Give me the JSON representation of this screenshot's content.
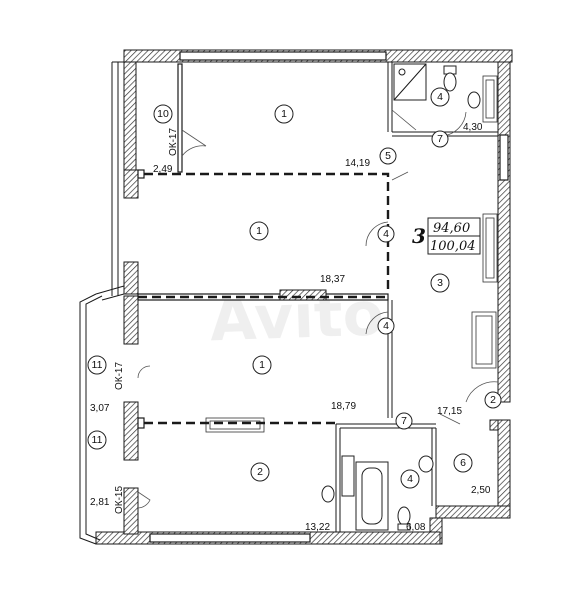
{
  "plan": {
    "watermark": "Avito",
    "apartment": {
      "number": "3",
      "area_living": "94,60",
      "area_total": "100,04"
    },
    "window_labels": [
      {
        "id": "ok17a",
        "text": "ОК-17"
      },
      {
        "id": "ok17b",
        "text": "ОК-17"
      },
      {
        "id": "ok15",
        "text": "ОК-15"
      }
    ],
    "rooms": [
      {
        "id": "r10",
        "code": "10",
        "area": "2,49"
      },
      {
        "id": "r1a",
        "code": "1",
        "area": "14,19"
      },
      {
        "id": "r4a",
        "code": "4",
        "area": "4,30"
      },
      {
        "id": "r1b",
        "code": "1",
        "area": "18,37"
      },
      {
        "id": "r1c",
        "code": "1",
        "area": "18,79"
      },
      {
        "id": "r11a",
        "code": "11",
        "area": "3,07"
      },
      {
        "id": "r11b",
        "code": "11",
        "area": "2,81"
      },
      {
        "id": "r2",
        "code": "2",
        "area": "13,22"
      },
      {
        "id": "r3",
        "code": "3",
        "area": "17,15"
      },
      {
        "id": "r4b",
        "code": "4",
        "area": "6,08"
      },
      {
        "id": "r6",
        "code": "6",
        "area": "2,50"
      }
    ],
    "door_markers": [
      {
        "id": "d7a",
        "code": "7"
      },
      {
        "id": "d5",
        "code": "5"
      },
      {
        "id": "d4a",
        "code": "4"
      },
      {
        "id": "d4b",
        "code": "4"
      },
      {
        "id": "d7b",
        "code": "7"
      },
      {
        "id": "d2",
        "code": "2"
      }
    ]
  }
}
